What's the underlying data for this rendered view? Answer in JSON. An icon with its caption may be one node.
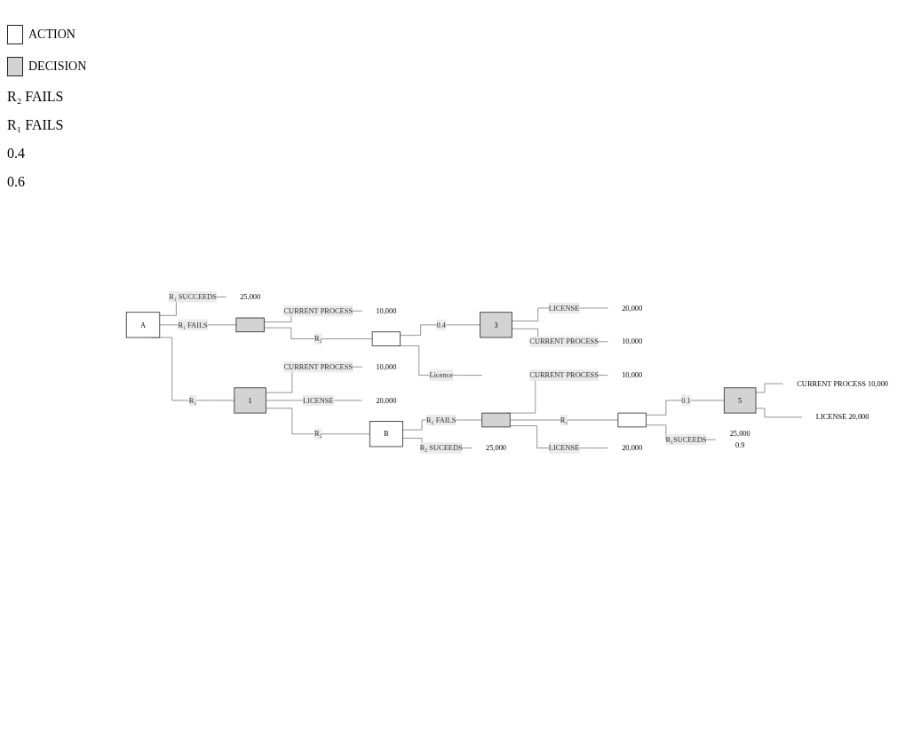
{
  "diagram": {
    "nodes": [
      {
        "text": [
          "A"
        ]
      },
      {
        "text": [
          "25,000"
        ]
      },
      {
        "text": [],
        "shape": "box"
      },
      {
        "text": [
          "10,000"
        ]
      },
      {
        "text": [],
        "shape": "box"
      },
      {
        "text": [
          "3"
        ]
      },
      {
        "text": [
          "20,000"
        ]
      },
      {
        "text": [
          "10,000"
        ]
      },
      {
        "text": [
          "1"
        ]
      },
      {
        "text": [
          "10,000"
        ]
      },
      {
        "text": [
          "20,000"
        ]
      },
      {
        "text": [
          "B"
        ]
      },
      {
        "text": [],
        "shape": "box"
      },
      {
        "text": [
          "10,000"
        ]
      },
      {
        "text": [],
        "shape": "box"
      },
      {
        "text": [
          "5"
        ]
      },
      {
        "text": [
          "CURRENT PROCESS 10,000"
        ]
      },
      {
        "text": [
          "LICENSE 20,000"
        ]
      },
      {
        "text": [
          "25,000"
        ],
        "beside": [
          "0.9"
        ]
      },
      {
        "text": [
          "20,000"
        ]
      },
      {
        "text": [
          "25,000"
        ]
      }
    ],
    "edges": [
      {
        "from": 0,
        "to": 1,
        "arrow": "none",
        "label": "R₁ SUCCEEDS"
      },
      {
        "from": 0,
        "to": 2,
        "arrow": "none",
        "label": "R₁ FAILS"
      },
      {
        "from": 2,
        "to": 3,
        "arrow": "none",
        "label": "CURRENT PROCESS"
      },
      {
        "from": 2,
        "to": 4,
        "arrow": "none",
        "label": "R₂"
      },
      {
        "from": 4,
        "to": 5,
        "arrow": "none",
        "label": "0.4"
      },
      {
        "from": 5,
        "to": 6,
        "arrow": "none",
        "label": "LICENSE"
      },
      {
        "from": 5,
        "to": 7,
        "arrow": "none",
        "label": "CURRENT PROCESS"
      },
      {
        "from": 4,
        "to": null,
        "arrow": "none",
        "label": "Licence"
      },
      {
        "from": 0,
        "to": 8,
        "arrow": "none",
        "label": "R₁"
      },
      {
        "from": 8,
        "to": 9,
        "arrow": "none",
        "label": "CURRENT PROCESS"
      },
      {
        "from": 8,
        "to": 10,
        "arrow": "none",
        "label": "LICENSE"
      },
      {
        "from": 8,
        "to": 11,
        "arrow": "none",
        "label": "R₂"
      },
      {
        "from": 11,
        "to": 12,
        "arrow": "none",
        "label": "R₂ FAILS"
      },
      {
        "from": 12,
        "to": 13,
        "arrow": "none",
        "label": "CURRENT PROCESS"
      },
      {
        "from": 12,
        "to": 14,
        "arrow": "none",
        "label": "R₁"
      },
      {
        "from": 14,
        "to": 15,
        "arrow": "none",
        "label": "0.1"
      },
      {
        "from": 15,
        "to": 16,
        "arrow": "none"
      },
      {
        "from": 15,
        "to": 17,
        "arrow": "none"
      },
      {
        "from": 14,
        "to": 18,
        "arrow": "none",
        "label": "R₁SUCEEDS"
      },
      {
        "from": 12,
        "to": 19,
        "arrow": "none",
        "label": "LICENSE"
      },
      {
        "from": 11,
        "to": 20,
        "arrow": "none",
        "label": "R₂ SUCEEDS"
      }
    ],
    "labels": [
      "R₂ FAILS",
      "R₁ FAILS",
      "0.4",
      "0.6"
    ],
    "legend": [
      {
        "text": "ACTION",
        "color": "#ffffff"
      },
      {
        "text": "DECISION",
        "color": "#d3d3d3"
      }
    ]
  }
}
